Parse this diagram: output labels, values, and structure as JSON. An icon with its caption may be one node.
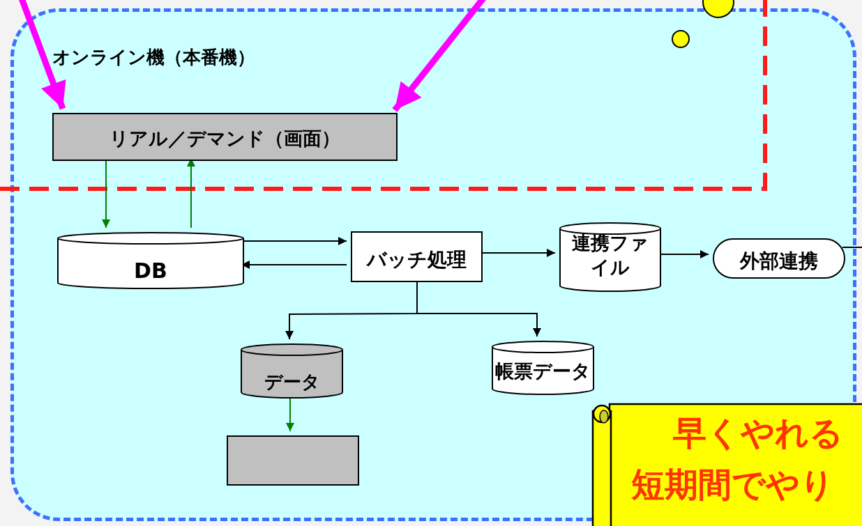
{
  "diagram": {
    "nodes": [
      {
        "text": [
          "オンライン機（本番機）"
        ]
      },
      {
        "text": [
          "リアル／デマンド（画面）"
        ],
        "in": 0
      },
      {
        "text": [
          "DB"
        ],
        "in": 0
      },
      {
        "text": [
          "バッチ処理"
        ],
        "in": 0
      },
      {
        "text": [
          "連携ファイル"
        ],
        "in": 0
      },
      {
        "text": [
          "外部連携"
        ],
        "in": 0
      },
      {
        "text": [
          "データ"
        ],
        "in": 0
      },
      {
        "text": [
          "帳票データ"
        ],
        "in": 0
      },
      {
        "text": [],
        "shape": "box",
        "in": 0
      },
      {
        "text": [
          "早くやれる",
          "短期間でやり"
        ]
      }
    ],
    "edges": [
      {
        "from": null,
        "to": 1,
        "arrow": "to",
        "style": "thick",
        "color": "#ff00ff"
      },
      {
        "from": null,
        "to": 1,
        "arrow": "to",
        "style": "thick",
        "color": "#ff00ff"
      },
      {
        "from": 1,
        "to": 2,
        "arrow": "to",
        "color": "#008000"
      },
      {
        "from": 2,
        "to": 1,
        "arrow": "to",
        "color": "#008000"
      },
      {
        "from": 2,
        "to": 3,
        "arrow": "to"
      },
      {
        "from": 3,
        "to": 2,
        "arrow": "to"
      },
      {
        "from": 3,
        "to": 4,
        "arrow": "to"
      },
      {
        "from": 4,
        "to": 5,
        "arrow": "to"
      },
      {
        "from": 3,
        "to": 6,
        "arrow": "to"
      },
      {
        "from": 3,
        "to": 7,
        "arrow": "to"
      },
      {
        "from": 6,
        "to": 8,
        "arrow": "to",
        "color": "#008000"
      },
      {
        "from": 5,
        "to": null,
        "arrow": "none"
      }
    ]
  }
}
